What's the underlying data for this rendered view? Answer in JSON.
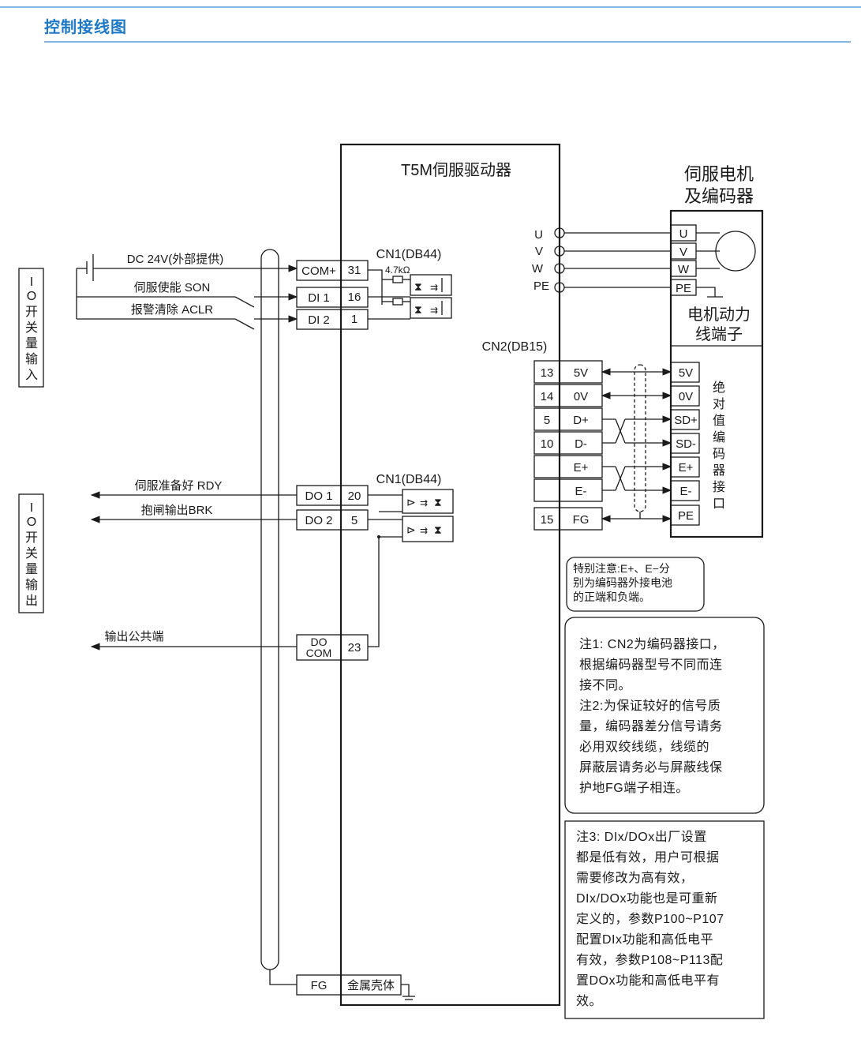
{
  "header": {
    "title": "控制接线图"
  },
  "driver": {
    "title": "T5M伺服驱动器"
  },
  "motor": {
    "title_l1": "伺服电机",
    "title_l2": "及编码器",
    "power_l1": "电机动力",
    "power_l2": "线端子"
  },
  "io_input_label": [
    "I",
    "O",
    "开",
    "关",
    "量",
    "输",
    "入"
  ],
  "io_output_label": [
    "I",
    "O",
    "开",
    "关",
    "量",
    "输",
    "出"
  ],
  "cn1": {
    "label": "CN1(DB44)",
    "resistor": "4.7kΩ",
    "inputs": [
      {
        "signal": "DC 24V(外部提供)",
        "pin_name": "COM+",
        "pin": "31"
      },
      {
        "signal": "伺服使能 SON",
        "pin_name": "DI 1",
        "pin": "16"
      },
      {
        "signal": "报警清除 ACLR",
        "pin_name": "DI 2",
        "pin": "1"
      }
    ],
    "outputs": [
      {
        "signal": "伺服准备好 RDY",
        "pin_name": "DO 1",
        "pin": "20"
      },
      {
        "signal": "抱闸输出BRK",
        "pin_name": "DO 2",
        "pin": "5"
      }
    ],
    "common": {
      "signal": "输出公共端",
      "pin_name_l1": "DO",
      "pin_name_l2": "COM",
      "pin": "23"
    }
  },
  "fg": {
    "pin_name": "FG",
    "case": "金属壳体"
  },
  "power_terminals": {
    "driver": [
      "U",
      "V",
      "W",
      "PE"
    ],
    "motor": [
      "U",
      "V",
      "W",
      "PE"
    ]
  },
  "cn2": {
    "label": "CN2(DB15)",
    "rows": [
      {
        "pin": "13",
        "name": "5V",
        "motor": "5V"
      },
      {
        "pin": "14",
        "name": "0V",
        "motor": "0V"
      },
      {
        "pin": "5",
        "name": "D+",
        "motor": "SD+"
      },
      {
        "pin": "10",
        "name": "D-",
        "motor": "SD-"
      },
      {
        "pin": "",
        "name": "E+",
        "motor": "E+"
      },
      {
        "pin": "",
        "name": "E-",
        "motor": "E-"
      },
      {
        "pin": "15",
        "name": "FG",
        "motor": "PE"
      }
    ],
    "encoder_label": [
      "绝",
      "对",
      "值",
      "编",
      "码",
      "器",
      "接",
      "口"
    ]
  },
  "notes": {
    "special": [
      "特别注意:E+、E−分",
      "别为编码器外接电池",
      "的正端和负端。"
    ],
    "note12": [
      "注1: CN2为编码器接口，",
      "根据编码器型号不同而连",
      "接不同。",
      "注2:为保证较好的信号质",
      "量，编码器差分信号请务",
      "必用双绞线缆，线缆的",
      "屏蔽层请务必与屏蔽线保",
      "护地FG端子相连。"
    ],
    "note3": [
      "注3: DIx/DOx出厂设置",
      "都是低有效，用户可根据",
      "需要修改为高有效，",
      "DIx/DOx功能也是可重新",
      "定义的，参数P100~P107",
      "配置DIx功能和高低电平",
      "有效，参数P108~P113配",
      "置DOx功能和高低电平有",
      "效。"
    ]
  }
}
